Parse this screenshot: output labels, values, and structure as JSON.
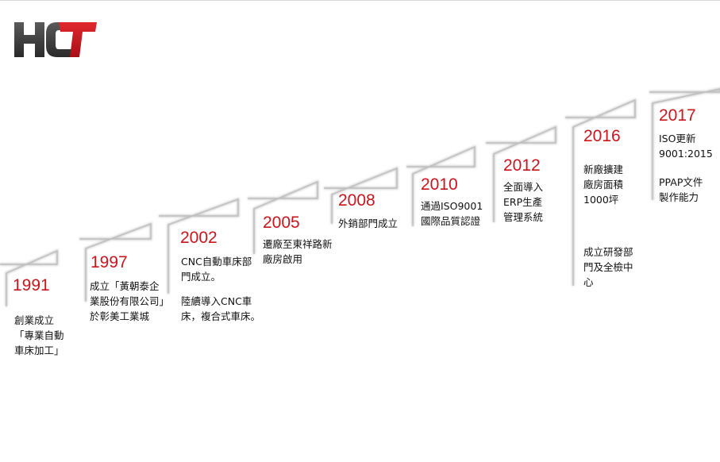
{
  "brand": {
    "logo_text": "HCT",
    "logo_color": "#c8161d",
    "logo_dark": "#3a3a3a"
  },
  "timeline": [
    {
      "year": "1991",
      "desc": [
        "創業成立\n「專業自動\n車床加工」"
      ]
    },
    {
      "year": "1997",
      "desc": [
        "成立「黃朝泰企\n業股份有限公司」\n於彰美工業城"
      ]
    },
    {
      "year": "2002",
      "desc": [
        "CNC自動車床部\n門成立。",
        "陸續導入CNC車\n床，複合式車床。"
      ]
    },
    {
      "year": "2005",
      "desc": [
        "遷廠至東祥路新\n廠房啟用"
      ]
    },
    {
      "year": "2008",
      "desc": [
        "外銷部門成立"
      ]
    },
    {
      "year": "2010",
      "desc": [
        "通過ISO9001\n國際品質認證"
      ]
    },
    {
      "year": "2012",
      "desc": [
        "全面導入\nERP生產\n管理系統"
      ]
    },
    {
      "year": "2016",
      "desc": [
        "新廠擴建\n廠房面積\n1000坪",
        "成立研發部\n門及全檢中\n心"
      ]
    },
    {
      "year": "2017",
      "desc": [
        "ISO更新\n9001:2015",
        "PPAP文件\n製作能力"
      ]
    }
  ],
  "colors": {
    "accent": "#c8161d",
    "text": "#111111",
    "step_line": "#b0b0b0"
  }
}
